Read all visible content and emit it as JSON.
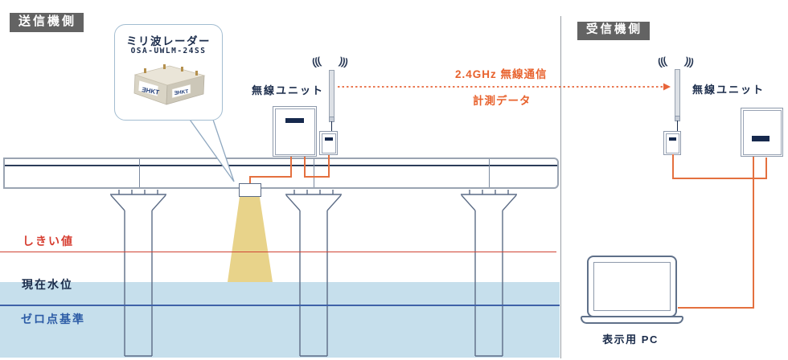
{
  "left_panel": {
    "badge": "送信機側",
    "callout": {
      "title": "ミリ波レーダー",
      "model": "OSA-UWLM-24SS",
      "logo": "ƎHKT"
    },
    "wireless_unit_label": "無線ユニット",
    "water_labels": {
      "threshold": "しきい値",
      "current_level": "現在水位",
      "zero_reference": "ゼロ点基準"
    }
  },
  "link": {
    "line1": "2.4GHz 無線通信",
    "line2": "計測データ"
  },
  "right_panel": {
    "badge": "受信機側",
    "wireless_unit_label": "無線ユニット",
    "pc_label": "表示用 PC"
  },
  "colors": {
    "accent_orange": "#e8622d",
    "wire_orange": "#e4703f",
    "threshold_red": "#d63c2f",
    "label_navy": "#1a2b4a",
    "zero_blue": "#2d5ca6",
    "structure_slate": "#5c6c86",
    "water_blue": "#c6dfec",
    "beam_yellow": "#e8d38a",
    "badge_grey": "#636363"
  }
}
